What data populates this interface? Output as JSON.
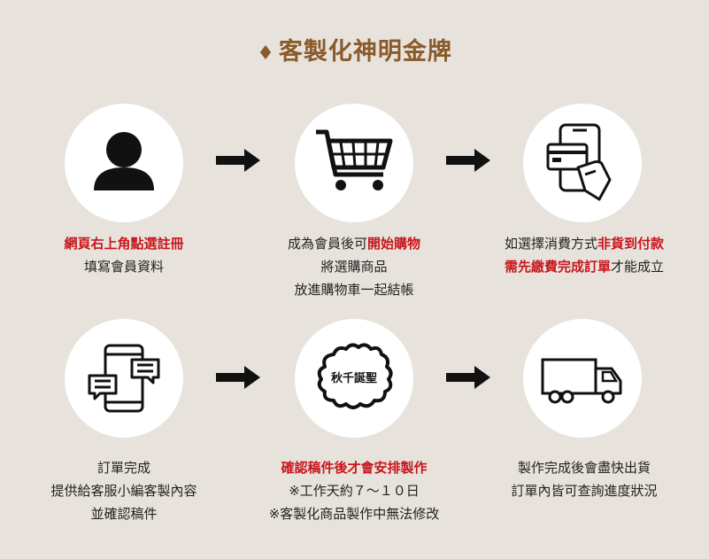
{
  "title": {
    "diamond": "♦",
    "text": "客製化神明金牌"
  },
  "badge_text": "秋千誕聖",
  "steps": [
    {
      "lines": [
        [
          {
            "t": "網頁右上角點選註冊",
            "red": true
          }
        ],
        [
          {
            "t": "填寫會員資料",
            "red": false
          }
        ]
      ]
    },
    {
      "lines": [
        [
          {
            "t": "成為會員後可",
            "red": false
          },
          {
            "t": "開始購物",
            "red": true
          }
        ],
        [
          {
            "t": "將選購商品",
            "red": false
          }
        ],
        [
          {
            "t": "放進購物車一起結帳",
            "red": false
          }
        ]
      ]
    },
    {
      "lines": [
        [
          {
            "t": "如選擇消費方式",
            "red": false
          },
          {
            "t": "非貨到付款",
            "red": true
          }
        ],
        [
          {
            "t": "需先繳費完成訂單",
            "red": true
          },
          {
            "t": "才能成立",
            "red": false
          }
        ]
      ]
    },
    {
      "lines": [
        [
          {
            "t": "訂單完成",
            "red": false
          }
        ],
        [
          {
            "t": "提供給客服小編客製內容",
            "red": false
          }
        ],
        [
          {
            "t": "並確認稿件",
            "red": false
          }
        ]
      ]
    },
    {
      "lines": [
        [
          {
            "t": "確認稿件後才會安排製作",
            "red": true
          }
        ],
        [
          {
            "t": "※工作天約７～１０日",
            "red": false
          }
        ],
        [
          {
            "t": "※客製化商品製作中無法修改",
            "red": false
          }
        ]
      ]
    },
    {
      "lines": [
        [
          {
            "t": "製作完成後會盡快出貨",
            "red": false
          }
        ],
        [
          {
            "t": "訂單內皆可查詢進度狀況",
            "red": false
          }
        ]
      ]
    }
  ],
  "icons": [
    "user-icon",
    "shopping-cart-icon",
    "card-payment-icon",
    "chat-phone-icon",
    "gold-plaque-icon",
    "delivery-truck-icon"
  ]
}
